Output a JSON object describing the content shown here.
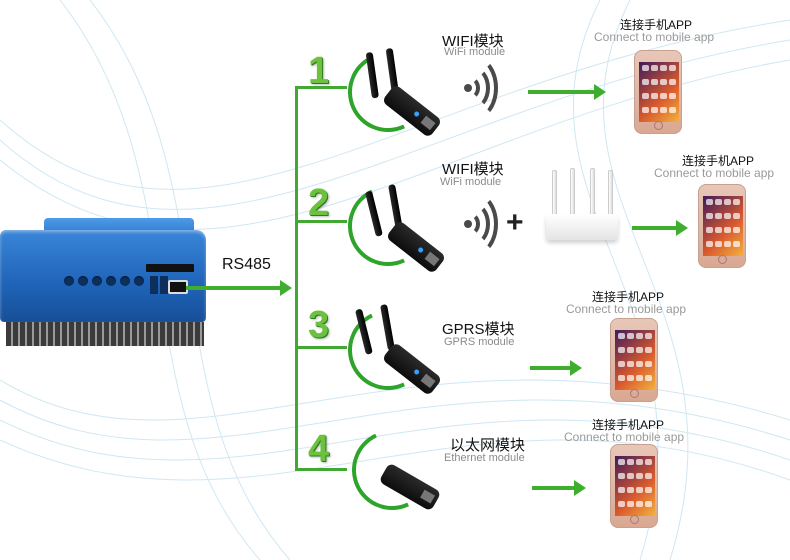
{
  "controller": {
    "connection_label": "RS485"
  },
  "branches": [
    {
      "number": "1",
      "title_cn": "WIFI模块",
      "title_en": "WiFi module",
      "app_cn": "连接手机APP",
      "app_en": "Connect to mobile app"
    },
    {
      "number": "2",
      "title_cn": "WIFI模块",
      "title_en": "WiFi module",
      "app_cn": "连接手机APP",
      "app_en": "Connect to mobile app"
    },
    {
      "number": "3",
      "title_cn": "GPRS模块",
      "title_en": "GPRS module",
      "app_cn": "连接手机APP",
      "app_en": "Connect to mobile app"
    },
    {
      "number": "4",
      "title_cn": "以太网模块",
      "title_en": "Ethernet module",
      "app_cn": "连接手机APP",
      "app_en": "Connect to mobile app"
    }
  ],
  "router_plus": "+",
  "colors": {
    "tree_green": "#43a832",
    "number_green": "#6cc13f",
    "controller_blue": "#1f63b8"
  },
  "icons": [
    "solar-charge-controller",
    "wifi-module-icon",
    "gprs-module-icon",
    "ethernet-module-icon",
    "signal-waves-icon",
    "router-icon",
    "smartphone-icon",
    "arrow-right-icon"
  ]
}
